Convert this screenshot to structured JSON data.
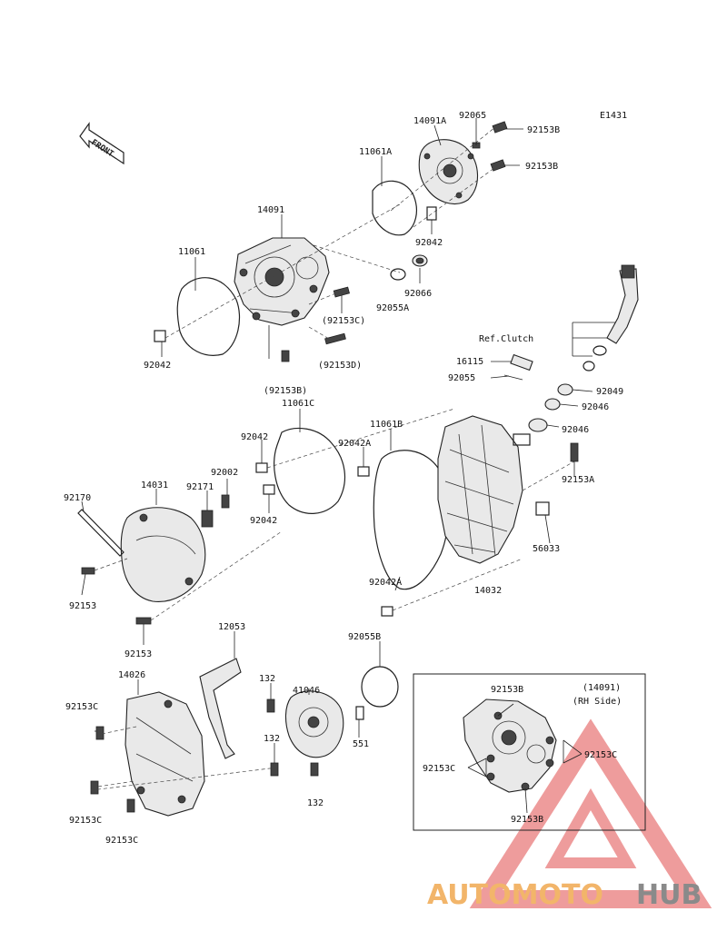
{
  "diagram_code": "E1431",
  "front_label": "FRONT",
  "labels": {
    "p14091A": "14091A",
    "p92065": "92065",
    "p92153B_top": "92153B",
    "p92153B_top2": "92153B",
    "p11061A": "11061A",
    "p14091": "14091",
    "p92042_a": "92042",
    "p92066": "92066",
    "p92055A": "92055A",
    "p11061": "11061",
    "p92153C_paren": "(92153C)",
    "p92153D_paren": "(92153D)",
    "p92042_b": "92042",
    "p92153B_paren": "(92153B)",
    "ref_clutch": "Ref.Clutch",
    "p16115": "16115",
    "p92055": "92055",
    "p92049": "92049",
    "p92046_a": "92046",
    "p92046_b": "92046",
    "p11061C": "11061C",
    "p92042_c": "92042",
    "p92042A_a": "92042A",
    "p11061B": "11061B",
    "p92002": "92002",
    "p92153A": "92153A",
    "p92170": "92170",
    "p14031": "14031",
    "p92171": "92171",
    "p92042_d": "92042",
    "p56033": "56033",
    "p92153_a": "92153",
    "p92042A_b": "92042A",
    "p14032": "14032",
    "p92153_b": "92153",
    "p12053": "12053",
    "p92055B": "92055B",
    "p14026": "14026",
    "p132_a": "132",
    "p41046": "41046",
    "p92153C_a": "92153C",
    "p132_b": "132",
    "p551": "551",
    "p132_c": "132",
    "p92153C_b": "92153C",
    "p92153C_c": "92153C",
    "inset_92153B_top": "92153B",
    "inset_title1": "(14091)",
    "inset_title2": "(RH Side)",
    "inset_92153C_right": "92153C",
    "inset_92153C_left": "92153C",
    "inset_92153B_bottom": "92153B"
  },
  "watermark": {
    "word_a": "AUTOMOTO",
    "word_b": "HUB"
  },
  "colors": {
    "watermark_red": "#e04b4b",
    "watermark_orange": "#f2b56a",
    "watermark_gray": "#8a8a8a"
  }
}
